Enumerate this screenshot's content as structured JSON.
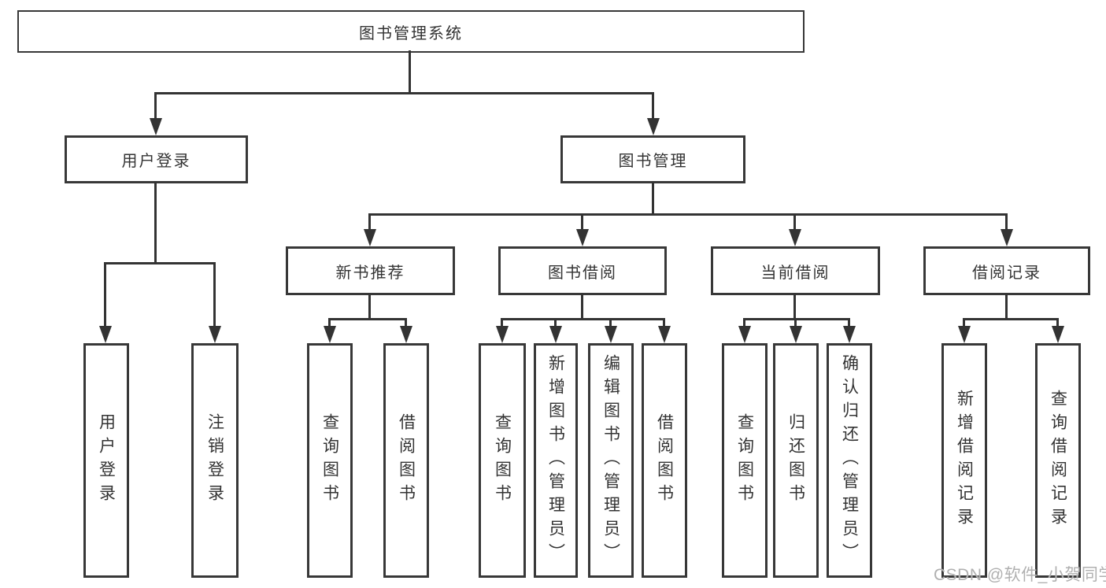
{
  "title": "图书管理系统",
  "watermark": "CSDN @软件_小贺同学",
  "colors": {
    "line": "#333333",
    "box_border": "#383838",
    "text": "#333333",
    "background": "#ffffff",
    "watermark": "#b0b0b0"
  },
  "nodes": {
    "root": "图书管理系统",
    "login_group": "用户登录",
    "book_mgmt": "图书管理",
    "user_login": "用户登录",
    "logout": "注销登录",
    "new_rec": "新书推荐",
    "borrow": "图书借阅",
    "current": "当前借阅",
    "records": "借阅记录",
    "rec_query": "查询图书",
    "rec_borrow": "借阅图书",
    "bor_query": "查询图书",
    "bor_add": "新增图书（管理员）",
    "bor_edit": "编辑图书（管理员）",
    "bor_borrow": "借阅图书",
    "cur_query": "查询图书",
    "cur_return": "归还图书",
    "cur_confirm": "确认归还（管理员）",
    "recd_add": "新增借阅记录",
    "recd_query": "查询借阅记录"
  },
  "tree": {
    "root": "图书管理系统",
    "children": [
      {
        "label": "用户登录",
        "children": [
          "用户登录",
          "注销登录"
        ]
      },
      {
        "label": "图书管理",
        "children": [
          {
            "label": "新书推荐",
            "children": [
              "查询图书",
              "借阅图书"
            ]
          },
          {
            "label": "图书借阅",
            "children": [
              "查询图书",
              "新增图书（管理员）",
              "编辑图书（管理员）",
              "借阅图书"
            ]
          },
          {
            "label": "当前借阅",
            "children": [
              "查询图书",
              "归还图书",
              "确认归还（管理员）"
            ]
          },
          {
            "label": "借阅记录",
            "children": [
              "新增借阅记录",
              "查询借阅记录"
            ]
          }
        ]
      }
    ]
  }
}
